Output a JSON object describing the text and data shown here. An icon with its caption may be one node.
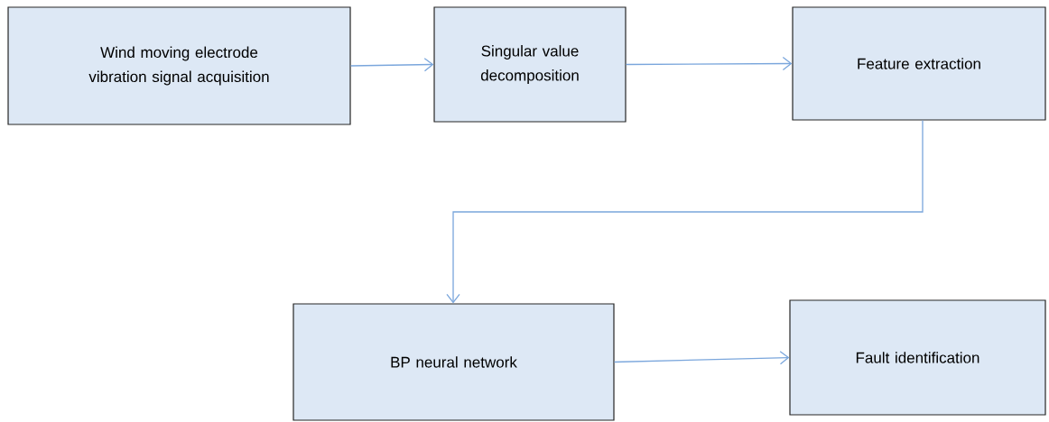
{
  "diagram": {
    "nodes": [
      {
        "text": [
          "Wind moving electrode vibration signal acquisition"
        ]
      },
      {
        "text": [
          "Singular value decomposition"
        ]
      },
      {
        "text": [
          "Feature extraction"
        ]
      },
      {
        "text": [
          "BP neural network"
        ]
      },
      {
        "text": [
          "Fault identification"
        ]
      }
    ],
    "edges": [
      {
        "from": 0,
        "to": 1,
        "arrow": "to"
      },
      {
        "from": 1,
        "to": 2,
        "arrow": "to"
      },
      {
        "from": 2,
        "to": 3,
        "arrow": "to"
      },
      {
        "from": 3,
        "to": 4,
        "arrow": "to"
      }
    ]
  }
}
